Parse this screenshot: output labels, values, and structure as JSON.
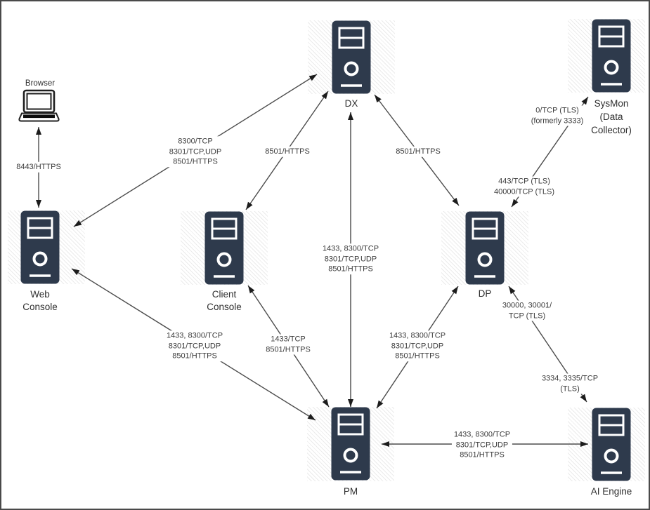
{
  "diagram_title": "",
  "colors": {
    "server_fill": "#2e3a4c",
    "icon_detail": "#ffffff",
    "laptop_stroke": "#1f1f1f",
    "connector": "#4c4c4c",
    "connector_vertical": "#7f7f7f",
    "arrowhead": "#1c1c1c",
    "text": "#3b3b3b",
    "border": "#4a4a4a",
    "background": "#ffffff"
  },
  "nodes": {
    "browser": {
      "label": "Browser",
      "type": "laptop"
    },
    "dx": {
      "label": "DX",
      "type": "server"
    },
    "sysmon": {
      "lines": [
        "SysMon",
        "(Data",
        "Collector)"
      ],
      "type": "server"
    },
    "web_console": {
      "lines": [
        "Web",
        "Console"
      ],
      "type": "server"
    },
    "client_console": {
      "lines": [
        "Client",
        "Console"
      ],
      "type": "server"
    },
    "dp": {
      "label": "DP",
      "type": "server"
    },
    "pm": {
      "label": "PM",
      "type": "server"
    },
    "ai_engine": {
      "label": "AI Engine",
      "type": "server"
    }
  },
  "edges": {
    "browser_web_console": {
      "from": "Browser",
      "to": "Web Console",
      "lines": [
        "8443/HTTPS"
      ]
    },
    "web_console_dx": {
      "from": "Web Console",
      "to": "DX",
      "lines": [
        "8300/TCP",
        "8301/TCP,UDP",
        "8501/HTTPS"
      ]
    },
    "client_console_dx": {
      "from": "Client Console",
      "to": "DX",
      "lines": [
        "8501/HTTPS"
      ]
    },
    "dx_dp": {
      "from": "DX",
      "to": "DP",
      "lines": [
        "8501/HTTPS"
      ]
    },
    "dp_sysmon": {
      "from": "DP",
      "to": "SysMon (Data Collector)",
      "label_near_sysmon": {
        "lines": [
          "0/TCP (TLS)",
          "(formerly 3333)"
        ]
      },
      "label_near_dp": {
        "lines": [
          "443/TCP (TLS)",
          "40000/TCP (TLS)"
        ]
      }
    },
    "dx_pm": {
      "from": "DX",
      "to": "PM",
      "lines": [
        "1433, 8300/TCP",
        "8301/TCP,UDP",
        "8501/HTTPS"
      ]
    },
    "web_console_pm": {
      "from": "Web Console",
      "to": "PM",
      "lines": [
        "1433, 8300/TCP",
        "8301/TCP,UDP",
        "8501/HTTPS"
      ]
    },
    "client_console_pm": {
      "from": "Client Console",
      "to": "PM",
      "lines": [
        "1433/TCP",
        "8501/HTTPS"
      ]
    },
    "dp_pm": {
      "from": "DP",
      "to": "PM",
      "lines": [
        "1433, 8300/TCP",
        "8301/TCP,UDP",
        "8501/HTTPS"
      ]
    },
    "dp_ai_engine": {
      "from": "DP",
      "to": "AI Engine",
      "label_near_dp": {
        "lines": [
          "30000, 30001/",
          "TCP (TLS)"
        ]
      },
      "label_near_ai": {
        "lines": [
          "3334, 3335/TCP",
          "(TLS)"
        ]
      }
    },
    "pm_ai_engine": {
      "from": "PM",
      "to": "AI Engine",
      "lines": [
        "1433, 8300/TCP",
        "8301/TCP,UDP",
        "8501/HTTPS"
      ]
    }
  }
}
